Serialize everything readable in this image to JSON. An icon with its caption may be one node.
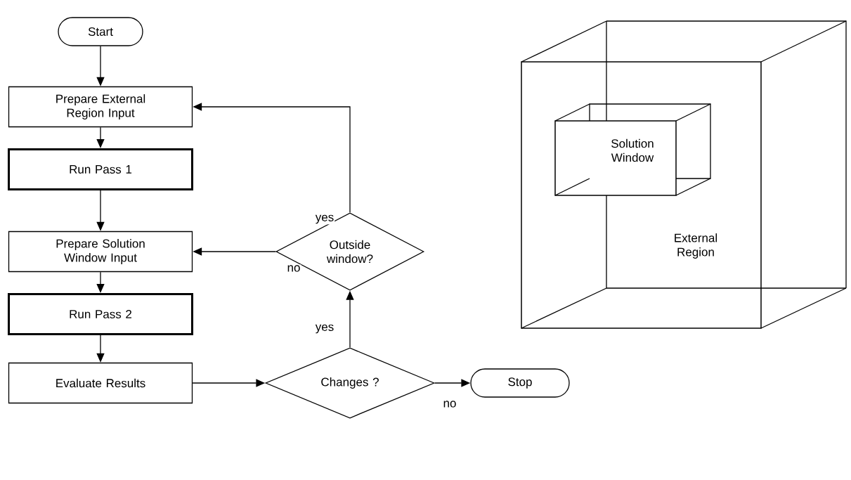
{
  "diagram": {
    "nodes": [
      {
        "text": [
          "Start"
        ]
      },
      {
        "text": [
          "Prepare External Region Input"
        ]
      },
      {
        "text": [
          "Run Pass 1"
        ]
      },
      {
        "text": [
          "Prepare Solution Window Input"
        ]
      },
      {
        "text": [
          "Run Pass 2"
        ]
      },
      {
        "text": [
          "Evaluate Results"
        ]
      },
      {
        "text": [
          "Changes ?"
        ]
      },
      {
        "text": [
          "Stop"
        ]
      },
      {
        "text": [
          "Outside window?"
        ]
      },
      {
        "text": [
          "External Region"
        ]
      },
      {
        "text": [
          "Solution Window"
        ],
        "in": 9
      }
    ],
    "edges": [
      {
        "from": 0,
        "to": 1,
        "arrow": "to"
      },
      {
        "from": 1,
        "to": 2,
        "arrow": "to"
      },
      {
        "from": 2,
        "to": 3,
        "arrow": "to"
      },
      {
        "from": 3,
        "to": 4,
        "arrow": "to"
      },
      {
        "from": 4,
        "to": 5,
        "arrow": "to"
      },
      {
        "from": 5,
        "to": 6,
        "arrow": "to"
      },
      {
        "from": 6,
        "to": 7,
        "arrow": "to",
        "label": "no"
      },
      {
        "from": 6,
        "to": 8,
        "arrow": "to",
        "label": "yes"
      },
      {
        "from": 8,
        "to": 3,
        "arrow": "to",
        "label": "no"
      },
      {
        "from": 8,
        "to": 1,
        "arrow": "to",
        "label": "yes"
      }
    ]
  }
}
